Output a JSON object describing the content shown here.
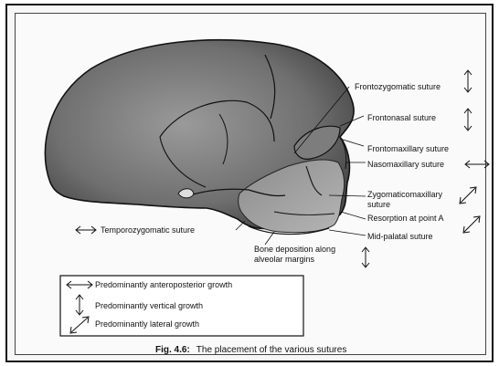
{
  "labels": {
    "frontozygomatic": "Frontozygomatic suture",
    "frontonasal": "Frontonasal suture",
    "frontomaxillary": "Frontomaxillary suture",
    "nasomaxillary": "Nasomaxillary suture",
    "zygomaticomaxillary_1": "Zygomaticomaxillary",
    "zygomaticomaxillary_2": "suture",
    "resorption": "Resorption at point A",
    "midpalatal": "Mid-palatal suture",
    "temporozygomatic": "Temporozygomatic suture",
    "bone_deposition_1": "Bone deposition along",
    "bone_deposition_2": "alveolar margins"
  },
  "legend": {
    "anteroposterior": "Predominantly anteroposterior growth",
    "vertical": "Predominantly vertical growth",
    "lateral": "Predominantly lateral growth"
  },
  "caption": {
    "figure_number": "Fig. 4.6:",
    "text": "The placement of the various sutures"
  }
}
